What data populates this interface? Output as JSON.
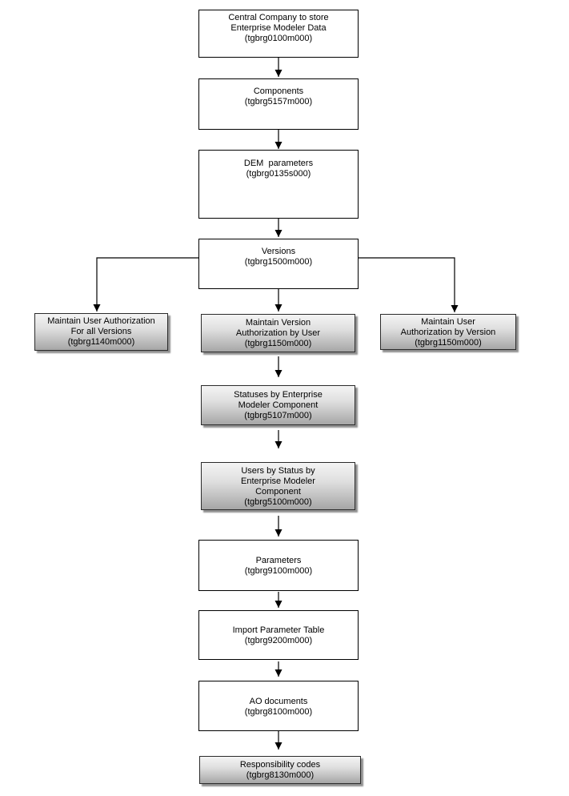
{
  "diagram": {
    "boxes": [
      {
        "id": "central-company",
        "style": "white",
        "lines": [
          "Central Company to store",
          "Enterprise Modeler Data",
          "(tgbrg0100m000)"
        ]
      },
      {
        "id": "components",
        "style": "white",
        "lines": [
          "Components",
          "(tgbrg5157m000)"
        ]
      },
      {
        "id": "dem-parameters",
        "style": "white",
        "lines": [
          "DEM  parameters",
          "(tgbrg0135s000)"
        ]
      },
      {
        "id": "versions",
        "style": "white",
        "lines": [
          "Versions",
          "(tgbrg1500m000)"
        ]
      },
      {
        "id": "maintain-user-authorization-for-all-versions",
        "style": "gray",
        "lines": [
          "Maintain User Authorization",
          "For all Versions",
          "(tgbrg1140m000)"
        ]
      },
      {
        "id": "maintain-version-authorization-by-user",
        "style": "gray",
        "lines": [
          "Maintain Version",
          "Authorization by User",
          "(tgbrg1150m000)"
        ]
      },
      {
        "id": "maintain-user-authorization-by-version",
        "style": "gray",
        "lines": [
          "Maintain User",
          "Authorization by Version",
          "(tgbrg1150m000)"
        ]
      },
      {
        "id": "statuses-by-enterprise-modeler-component",
        "style": "gray",
        "lines": [
          "Statuses by Enterprise",
          "Modeler Component",
          "(tgbrg5107m000)"
        ]
      },
      {
        "id": "users-by-status-by-enterprise-modeler-component",
        "style": "gray",
        "lines": [
          "Users by Status by",
          "Enterprise Modeler",
          "Component",
          "(tgbrg5100m000)"
        ]
      },
      {
        "id": "parameters",
        "style": "white",
        "lines": [
          "Parameters",
          "(tgbrg9100m000)"
        ]
      },
      {
        "id": "import-parameter-table",
        "style": "white",
        "lines": [
          "Import Parameter Table",
          "(tgbrg9200m000)"
        ]
      },
      {
        "id": "ao-documents",
        "style": "white",
        "lines": [
          "AO documents",
          "(tgbrg8100m000)"
        ]
      },
      {
        "id": "responsibility-codes",
        "style": "gray",
        "lines": [
          "Responsibility codes",
          "(tgbrg8130m000)"
        ]
      }
    ],
    "colors": {
      "background": "#ffffff",
      "text": "#000000",
      "white_box_bg": "#ffffff",
      "white_box_border": "#000000",
      "gray_box_gradient_top": "#f4f4f4",
      "gray_box_gradient_bottom": "#a6a6a6",
      "gray_box_border": "#2b2b2b",
      "gray_box_shadow": "#8f8f8f",
      "connector": "#000000"
    }
  }
}
